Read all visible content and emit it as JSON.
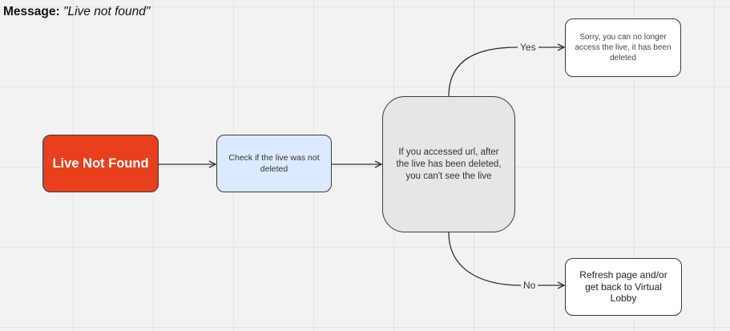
{
  "title": {
    "label": "Message:",
    "value": "\"Live not found\""
  },
  "nodes": {
    "start": "Live Not Found",
    "check": "Check if the live was not deleted",
    "decision": "If you accessed url, after the live has been deleted, you can't see the live",
    "yes_result": "Sorry, you can no longer access the live, it has been deleted",
    "no_result": "Refresh page and/or get back to Virtual Lobby"
  },
  "edges": {
    "yes": "Yes",
    "no": "No"
  },
  "colors": {
    "canvas": "#f2f2f2",
    "start_fill": "#e8401c",
    "check_fill": "#dbeaff",
    "decision_fill": "#e6e6e6",
    "result_fill": "#ffffff",
    "stroke": "#3a3a3a"
  }
}
